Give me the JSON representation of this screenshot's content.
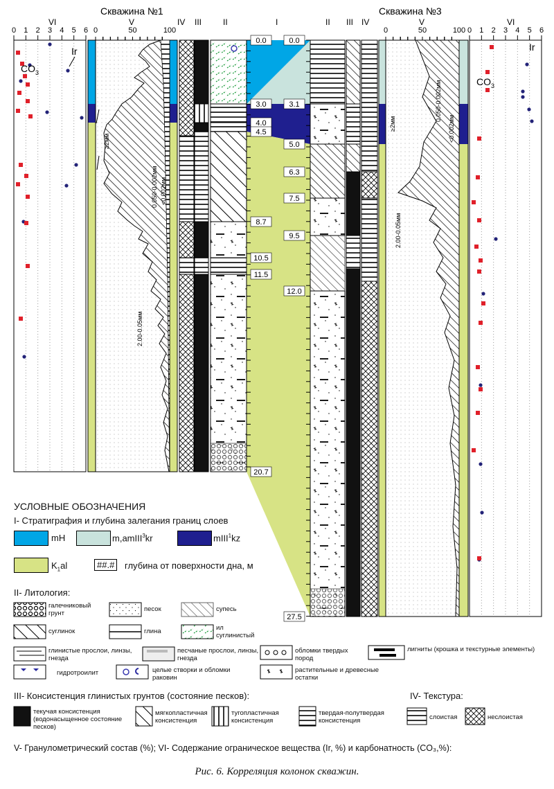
{
  "colors": {
    "mH": "#00a6e6",
    "amIII": "#c9e3dd",
    "mIIIkz": "#1f1f8f",
    "Kal": "#d7e385",
    "ir_dot": "#232378",
    "co3_dot": "#e0202a"
  },
  "header": {
    "well1_title": "Скважина №1",
    "well3_title": "Скважина №3",
    "col_labels": {
      "VI": "VI",
      "V": "V",
      "IV": "IV",
      "III": "III",
      "II": "II",
      "I": "I"
    },
    "vi_ticks": [
      "0",
      "1",
      "2",
      "3",
      "4",
      "5",
      "6"
    ],
    "v_ticks": [
      "0",
      "50",
      "100"
    ]
  },
  "well1": {
    "depths": [
      "0.0",
      "3.0",
      "4.0",
      "4.5",
      "8.7",
      "10.5",
      "11.5",
      "20.7"
    ],
    "fraction_labels": {
      "gravel": "≥2мм",
      "clay": "<0.002мм",
      "silt": "0.050-0.002мм",
      "sand": "2.00-0.05мм"
    },
    "ir_label": "Ir",
    "co3_label": "CO",
    "co3_sub": "3"
  },
  "well3": {
    "depths": [
      "0.0",
      "3.1",
      "5.0",
      "6.3",
      "7.5",
      "9.5",
      "12.0",
      "27.5"
    ],
    "fraction_labels": {
      "gravel": "≥2мм",
      "clay": "<0.002мм",
      "silt": "0.050-0.002мм",
      "sand": "2.00-0.05мм"
    },
    "ir_label": "Ir",
    "co3_label": "CO",
    "co3_sub": "3"
  },
  "legend": {
    "title": "УСЛОВНЫЕ ОБОЗНАЧЕНИЯ",
    "section1": "I- Стратиграфия и глубина залегания границ слоев",
    "strat": {
      "mH": "mH",
      "amIII": "m,amIII",
      "amIII_sup": "3",
      "amIII_tail": "kr",
      "mIIIkz": "mIII",
      "mIIIkz_sup": "1",
      "mIIIkz_tail": "kz",
      "Kal": "K",
      "Kal_sub": "1",
      "Kal_tail": "al",
      "depth_mark": "##.#",
      "depth_desc": "глубина от поверхности дна, м"
    },
    "section2": "II- Литология:",
    "litho": {
      "gravel": "галечниковый грунт",
      "sand": "песок",
      "sandy_loam": "супесь",
      "loam": "суглинок",
      "clay": "глина",
      "silt": "ил суглинистый",
      "clay_lenses": "глинистые прослои, линзы, гнезда",
      "sand_lenses": "песчаные прослои, линзы, гнезда",
      "fragments": "обломки твердых пород",
      "lignite": "лигниты (крошка и текстурные элементы)",
      "hydrotroilite": "гидротроилит",
      "shells": "целые створки и обломки раковин",
      "plants": "растительные и древесные остатки"
    },
    "section3": "III- Консистенция глинистых грунтов (состояние песков):",
    "section4": "IV- Текстура:",
    "consist": {
      "fluid": "текучая консистенция (водонасыщенное состояние песков)",
      "soft": "мягкопластичная консистенция",
      "stiff": "тугопластичная консистенция",
      "hard": "твердая-полутвердая консистенция"
    },
    "texture": {
      "layered": "слоистая",
      "nonlayered": "неслоистая"
    },
    "section56": "V- Гранулометрический состав (%); VI- Содержание ограническое вещества  (Ir, %) и карбонатность (CO₃,%):"
  },
  "caption": "Рис. 6. Корреляция колонок скважин."
}
